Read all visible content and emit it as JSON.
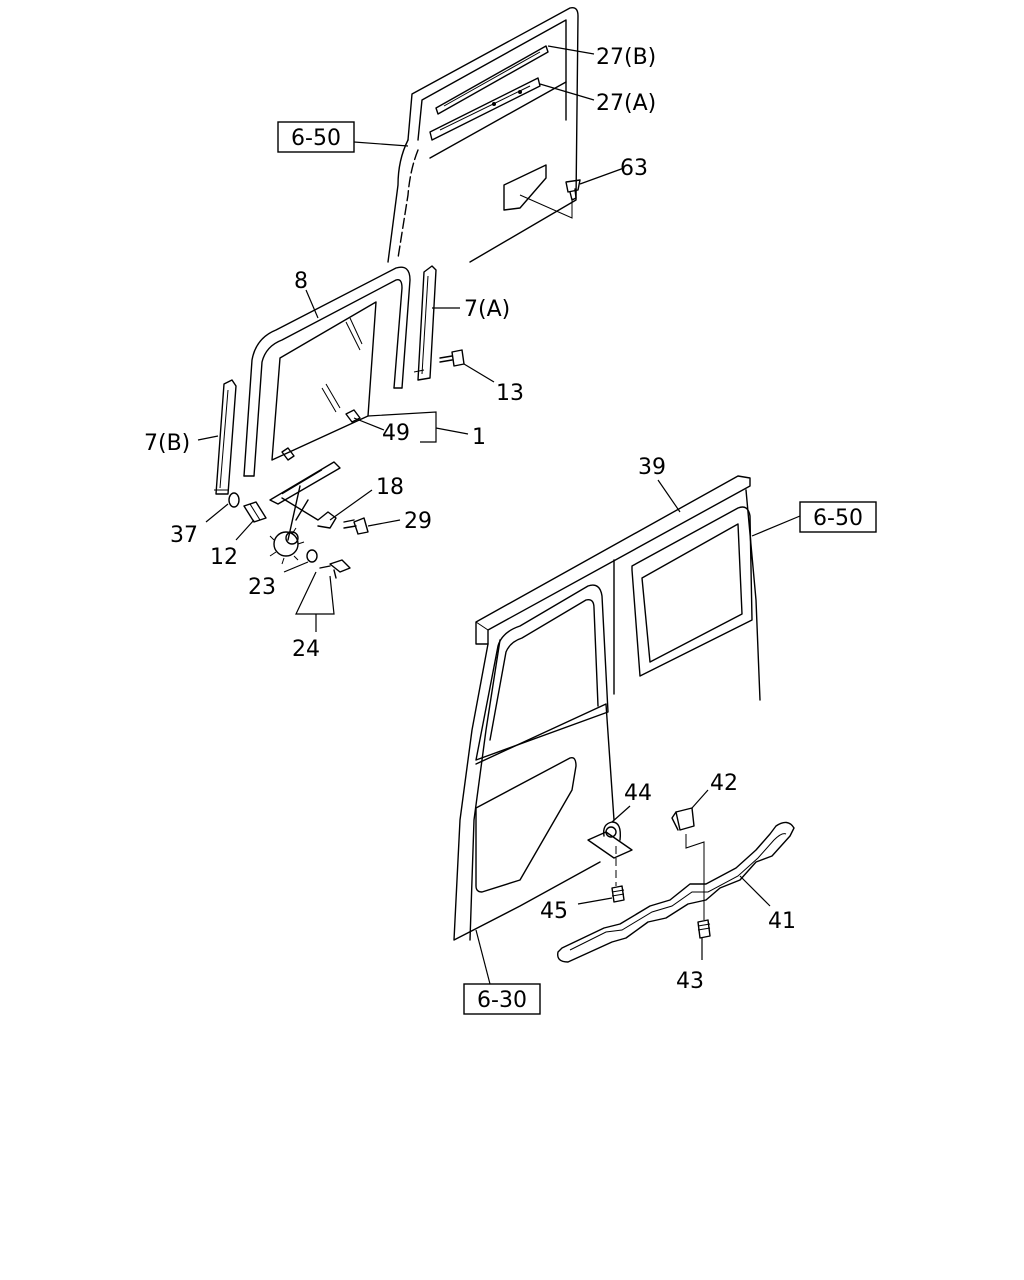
{
  "labels": {
    "p27b": "27(B)",
    "p27a": "27(A)",
    "p63": "63",
    "p8": "8",
    "p7a": "7(A)",
    "p13": "13",
    "p1": "1",
    "p49": "49",
    "p7b": "7(B)",
    "p18": "18",
    "p29": "29",
    "p37": "37",
    "p12": "12",
    "p23": "23",
    "p24": "24",
    "p39": "39",
    "p44": "44",
    "p42": "42",
    "p45": "45",
    "p41": "41",
    "p43": "43"
  },
  "refs": {
    "ref_top": "6-50",
    "ref_right": "6-50",
    "ref_bottom": "6-30"
  }
}
